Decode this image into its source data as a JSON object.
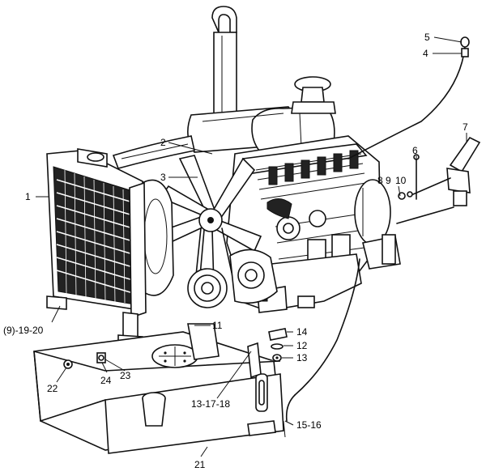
{
  "callouts": [
    {
      "id": "c1",
      "text": "1"
    },
    {
      "id": "c2",
      "text": "2"
    },
    {
      "id": "c3",
      "text": "3"
    },
    {
      "id": "c4",
      "text": "4"
    },
    {
      "id": "c5",
      "text": "5"
    },
    {
      "id": "c6",
      "text": "6"
    },
    {
      "id": "c7",
      "text": "7"
    },
    {
      "id": "c8",
      "text": "8"
    },
    {
      "id": "c9",
      "text": "9"
    },
    {
      "id": "c10",
      "text": "10"
    },
    {
      "id": "c11",
      "text": "11"
    },
    {
      "id": "c12",
      "text": "12"
    },
    {
      "id": "c13",
      "text": "13"
    },
    {
      "id": "c14",
      "text": "14"
    },
    {
      "id": "c9_19_20",
      "text": "(9)-19-20"
    },
    {
      "id": "c13_17_18",
      "text": "13-17-18"
    },
    {
      "id": "c15_16",
      "text": "15-16"
    },
    {
      "id": "c21",
      "text": "21"
    },
    {
      "id": "c22",
      "text": "22"
    },
    {
      "id": "c23",
      "text": "23"
    },
    {
      "id": "c24",
      "text": "24"
    }
  ]
}
